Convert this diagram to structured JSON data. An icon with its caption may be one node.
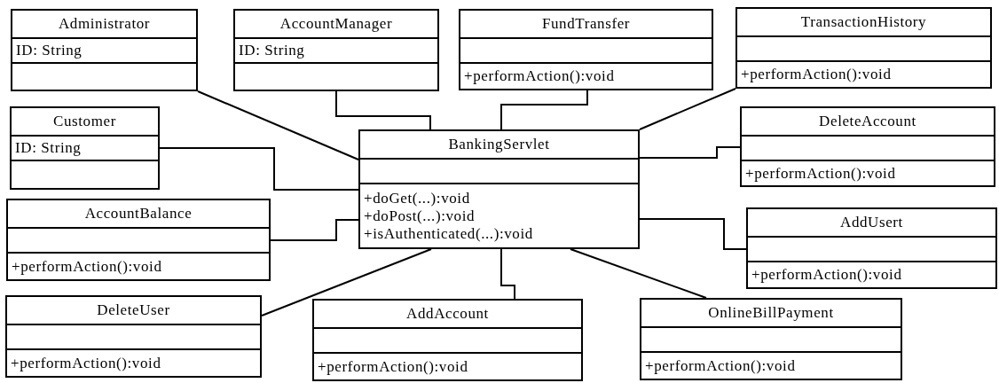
{
  "diagram": {
    "nodes": [
      {
        "text": [
          "Administrator",
          "ID: String"
        ]
      },
      {
        "text": [
          "AccountManager",
          "ID: String"
        ]
      },
      {
        "text": [
          "FundTransfer",
          "+performAction():void"
        ]
      },
      {
        "text": [
          "TransactionHistory",
          "+performAction():void"
        ]
      },
      {
        "text": [
          "Customer",
          "ID: String"
        ]
      },
      {
        "text": [
          "BankingServlet",
          "+doGet(...):void",
          "+doPost(...):void",
          "+isAuthenticated(...):void"
        ]
      },
      {
        "text": [
          "DeleteAccount",
          "+performAction():void"
        ]
      },
      {
        "text": [
          "AccountBalance",
          "+performAction():void"
        ]
      },
      {
        "text": [
          "AddUsert",
          "+performAction():void"
        ]
      },
      {
        "text": [
          "DeleteUser",
          "+performAction():void"
        ]
      },
      {
        "text": [
          "AddAccount",
          "+performAction():void"
        ]
      },
      {
        "text": [
          "OnlineBillPayment",
          "+performAction():void"
        ]
      }
    ],
    "edges": [
      {
        "from": 0,
        "to": 5,
        "arrow": "none"
      },
      {
        "from": 1,
        "to": 5,
        "arrow": "none"
      },
      {
        "from": 2,
        "to": 5,
        "arrow": "none"
      },
      {
        "from": 3,
        "to": 5,
        "arrow": "none"
      },
      {
        "from": 4,
        "to": 5,
        "arrow": "none"
      },
      {
        "from": 6,
        "to": 5,
        "arrow": "none"
      },
      {
        "from": 7,
        "to": 5,
        "arrow": "none"
      },
      {
        "from": 8,
        "to": 5,
        "arrow": "none"
      },
      {
        "from": 9,
        "to": 5,
        "arrow": "none"
      },
      {
        "from": 10,
        "to": 5,
        "arrow": "none"
      },
      {
        "from": 11,
        "to": 5,
        "arrow": "none"
      }
    ]
  }
}
